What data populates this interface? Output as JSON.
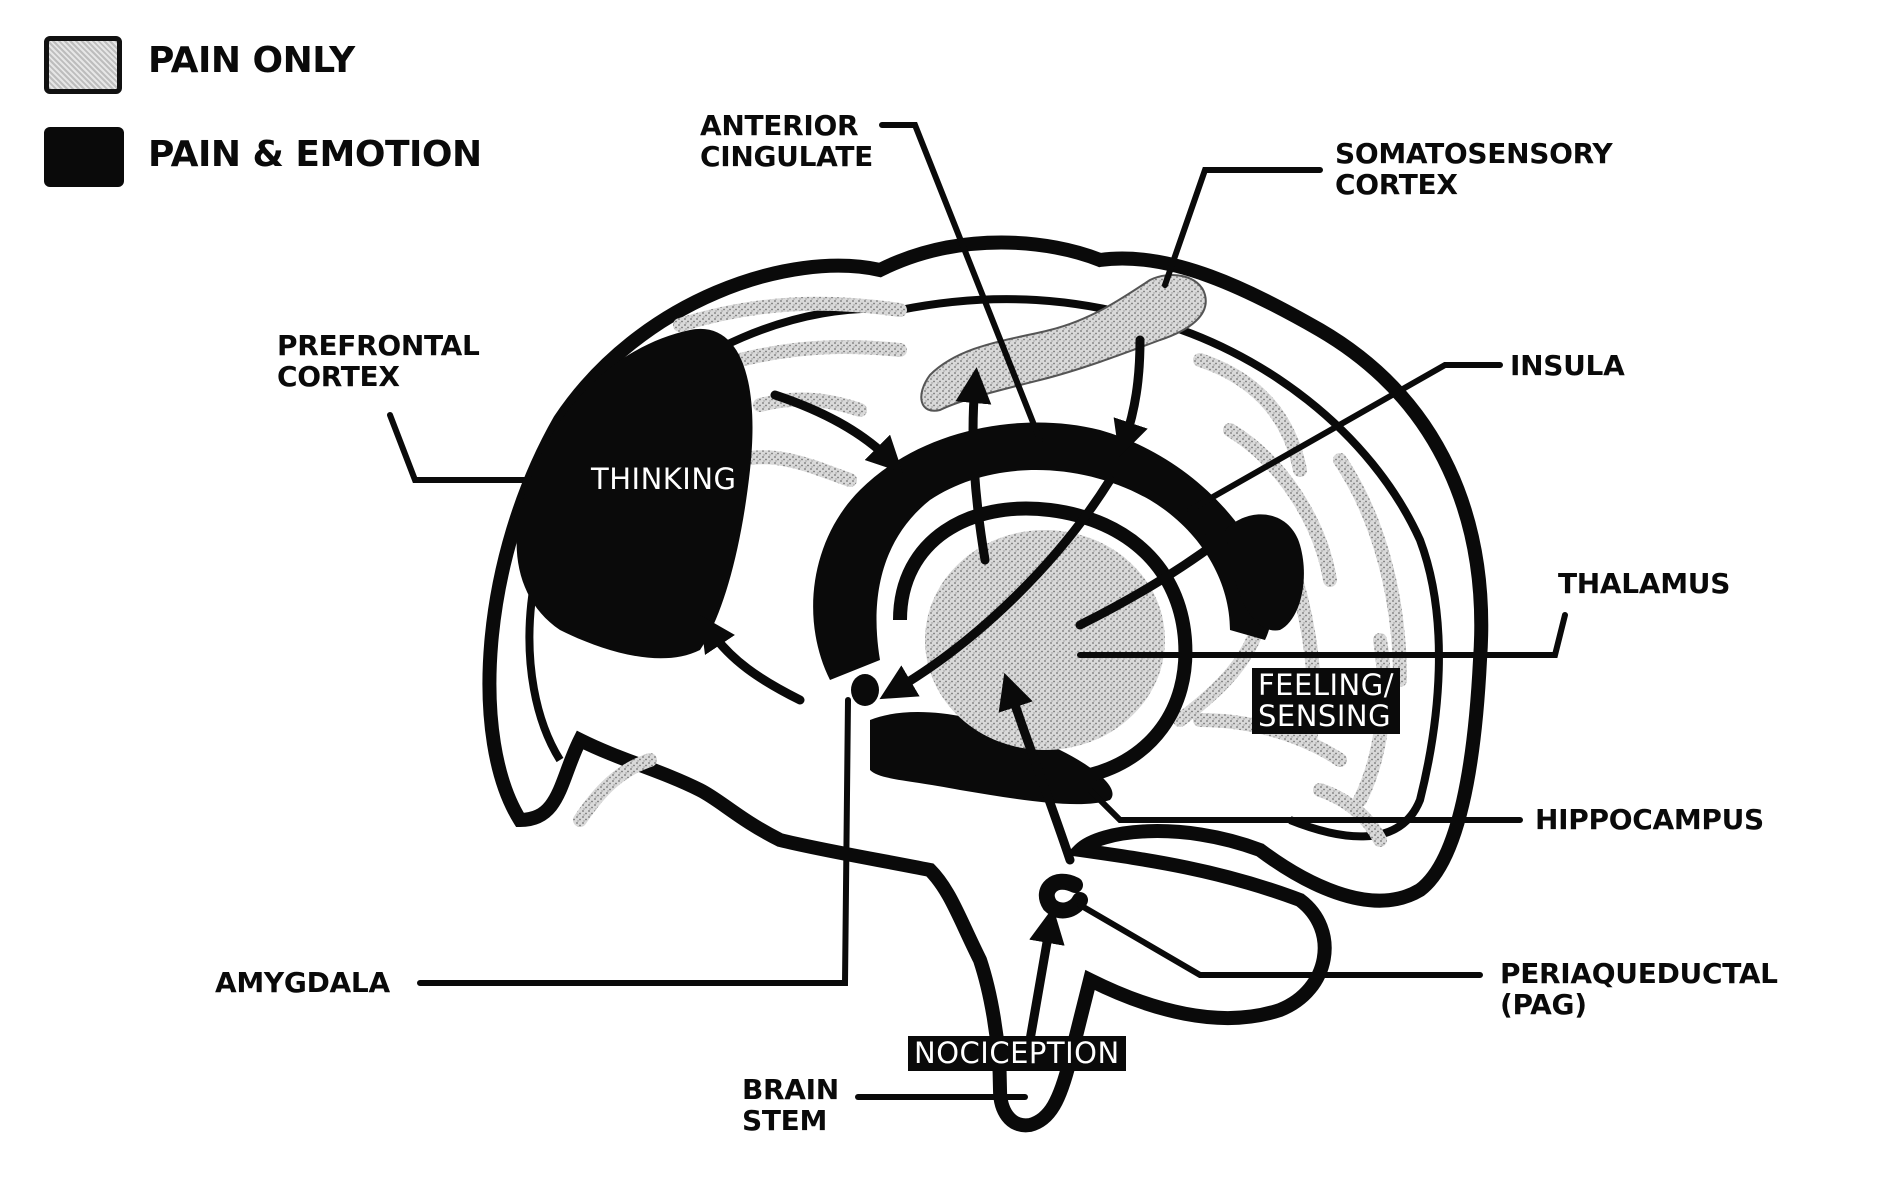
{
  "legend": {
    "items": [
      {
        "label": "PAIN ONLY",
        "swatch": "gray-stipple",
        "color": "#c8c8c8"
      },
      {
        "label": "PAIN & EMOTION",
        "swatch": "solid-black",
        "color": "#0a0a0a"
      }
    ]
  },
  "labels": {
    "anterior_cingulate": [
      "ANTERIOR",
      "CINGULATE"
    ],
    "somatosensory_cortex": [
      "SOMATOSENSORY",
      "CORTEX"
    ],
    "prefrontal_cortex": [
      "PREFRONTAL",
      "CORTEX"
    ],
    "insula": [
      "INSULA"
    ],
    "thalamus": [
      "THALAMUS"
    ],
    "hippocampus": [
      "HIPPOCAMPUS"
    ],
    "periaqueductal": [
      "PERIAQUEDUCTAL",
      "(PAG)"
    ],
    "amygdala": [
      "AMYGDALA"
    ],
    "brain_stem": [
      "BRAIN",
      "STEM"
    ]
  },
  "function_tags": {
    "thinking": [
      "THINKING"
    ],
    "feeling_sensing": [
      "FEELING/",
      "SENSING"
    ],
    "nociception": [
      "NOCICEPTION"
    ]
  },
  "colors": {
    "ink": "#0a0a0a",
    "pain_only_fill": "#c8c8c8",
    "pain_emotion_fill": "#0a0a0a",
    "background": "#ffffff"
  }
}
